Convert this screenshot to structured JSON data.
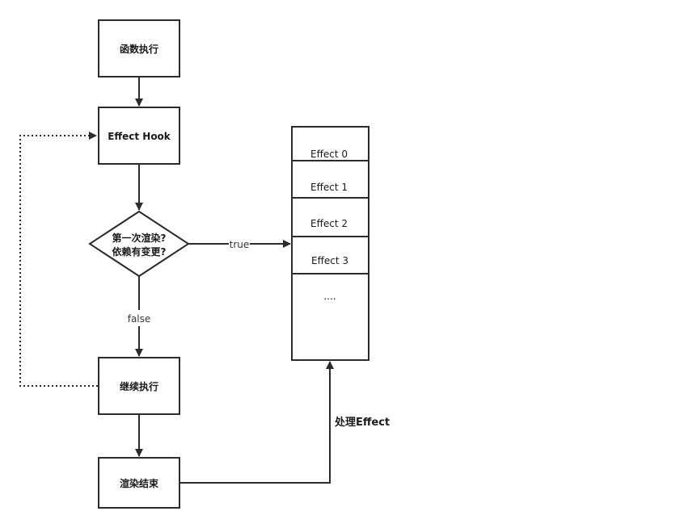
{
  "nodes": {
    "func_exec": "函数执行",
    "effect_hook": "Effect Hook",
    "decision_line1": "第一次渲染?",
    "decision_line2": "依赖有变更?",
    "continue_exec": "继续执行",
    "render_end": "渲染结束"
  },
  "edges": {
    "true_label": "true",
    "false_label": "false",
    "process_label": "处理Effect"
  },
  "effect_list": {
    "items": [
      "Effect 0",
      "Effect 1",
      "Effect 2",
      "Effect 3",
      "...."
    ]
  }
}
